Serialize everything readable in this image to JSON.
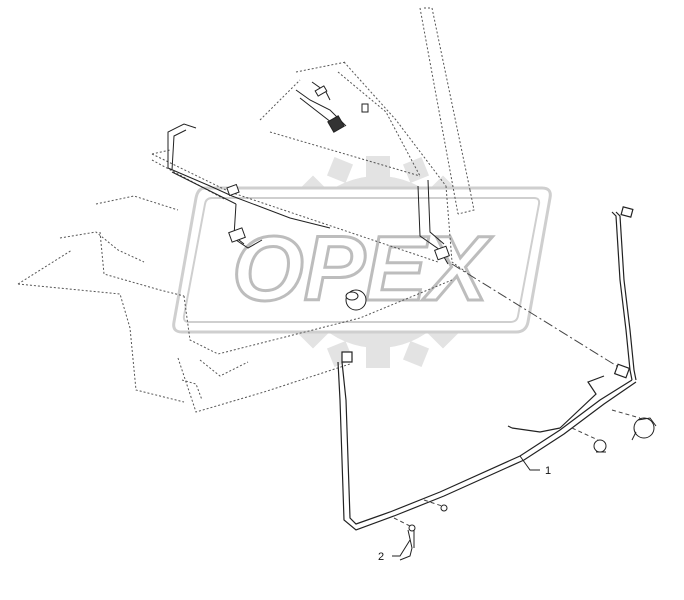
{
  "watermark": {
    "text": "OPEX",
    "color": "#d6d6d6"
  },
  "callouts": [
    {
      "id": "1",
      "label": "1"
    },
    {
      "id": "2",
      "label": "2"
    }
  ],
  "colors": {
    "line": "#222222",
    "dash": "#444444"
  }
}
